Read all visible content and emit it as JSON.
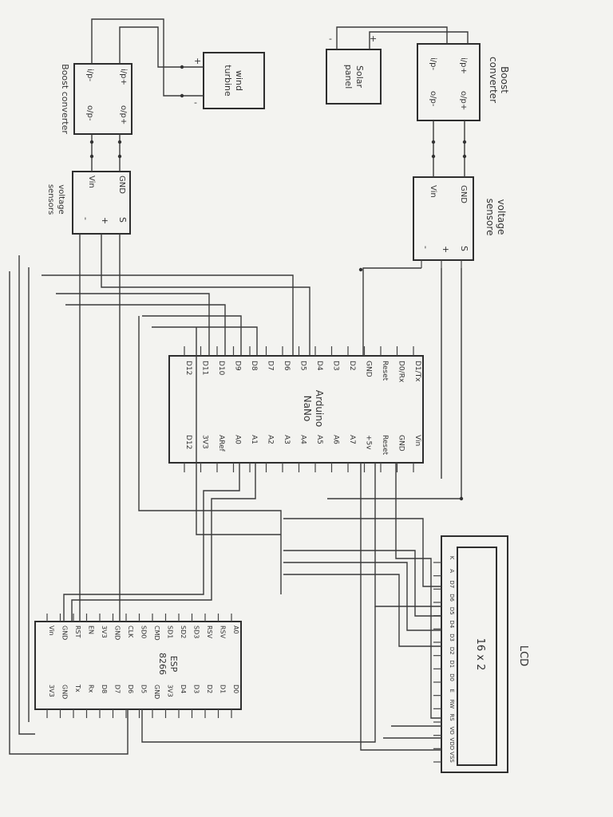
{
  "diagram": {
    "solar_panel": {
      "label_line1": "Solar",
      "label_line2": "panel",
      "minus": "-",
      "plus": "+"
    },
    "boost_top": {
      "title_line1": "Boost",
      "title_line2": "converter",
      "ip_plus": "i/p+",
      "ip_minus": "i/p-",
      "op_plus": "o/p+",
      "op_minus": "o/p-"
    },
    "voltage_sensor_top": {
      "title_line1": "voltage",
      "title_line2": "sensore",
      "gnd": "GND",
      "vin": "Vin",
      "minus": "-",
      "plus": "+",
      "s": "S"
    },
    "wind_turbine": {
      "label_line1": "wind",
      "label_line2": "turbine",
      "plus": "+",
      "minus": "-"
    },
    "boost_bottom": {
      "title": "Boost converter",
      "ip_plus": "i/p+",
      "ip_minus": "i/p-",
      "op_plus": "o/p+",
      "op_minus": "o/p-"
    },
    "voltage_sensor_bottom": {
      "title_line1": "voltage",
      "title_line2": "sensors",
      "gnd": "GND",
      "vin": "Vin",
      "minus": "-",
      "plus": "+",
      "s": "S"
    },
    "arduino": {
      "name_line1": "Arduino",
      "name_line2": "NaNo",
      "left_pins": [
        "D1/Tx",
        "D0/Rx",
        "Reset",
        "GND",
        "D2",
        "D3",
        "D4",
        "D5",
        "D6",
        "D7",
        "D8",
        "D9",
        "D10",
        "D11",
        "D12"
      ],
      "right_pins": [
        "Vin",
        "GND",
        "Reset",
        "+5v",
        "A7",
        "A6",
        "A5",
        "A4",
        "A3",
        "A2",
        "A1",
        "A0",
        "ARef",
        "3V3",
        "D12"
      ]
    },
    "esp": {
      "name_line1": "ESP",
      "name_line2": "8266",
      "left_pins": [
        "A0",
        "RSV",
        "RSV",
        "SD3",
        "SD2",
        "SD1",
        "CMD",
        "SD0",
        "CLK",
        "GND",
        "3V3",
        "EN",
        "RST",
        "GND",
        "Vin"
      ],
      "right_pins": [
        "D0",
        "D1",
        "D2",
        "D3",
        "D4",
        "3V3",
        "GND",
        "D5",
        "D6",
        "D7",
        "D8",
        "Rx",
        "Tx",
        "GND",
        "3V3"
      ]
    },
    "lcd": {
      "title": "LCD",
      "size": "16 x 2",
      "pins": [
        "VSS",
        "VDD",
        "VO",
        "RS",
        "RW",
        "E",
        "D0",
        "D1",
        "D2",
        "D3",
        "D4",
        "D5",
        "D6",
        "D7",
        "A",
        "K"
      ]
    }
  }
}
